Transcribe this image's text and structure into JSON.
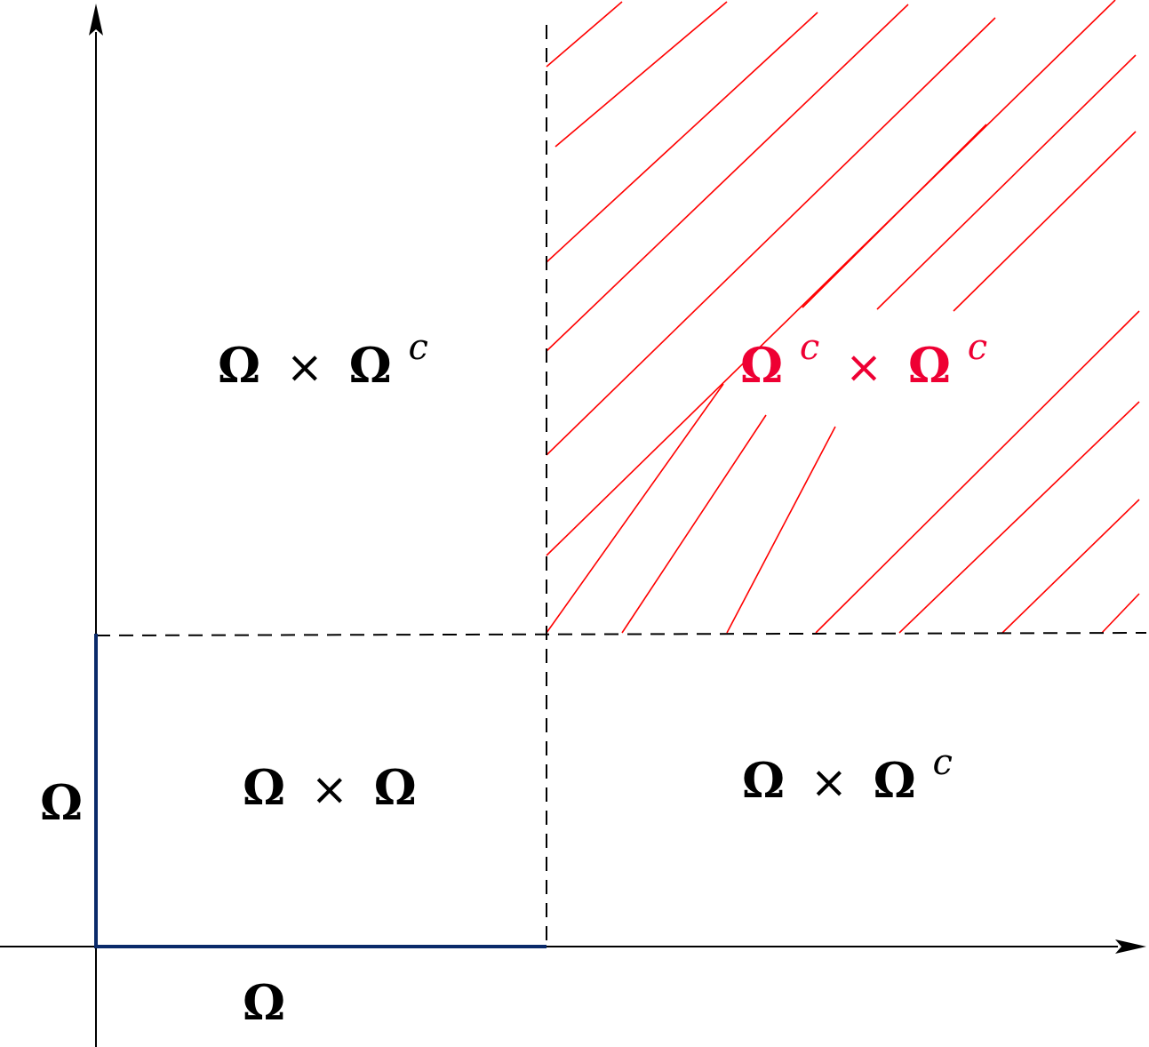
{
  "colors": {
    "axis": "#000000",
    "boundary": "#0a2a6a",
    "hatch": "#ff0000",
    "highlight_label": "#ee0033"
  },
  "labels": {
    "omega_x_omegac_top": {
      "base1": "Ω",
      "times": "×",
      "base2": "Ω",
      "sup2": "c"
    },
    "omegac_x_omegac": {
      "base1": "Ω",
      "sup1": "c",
      "times": "×",
      "base2": "Ω",
      "sup2": "c"
    },
    "omega_x_omega": {
      "base1": "Ω",
      "times": "×",
      "base2": "Ω"
    },
    "omega_x_omegac_right": {
      "base1": "Ω",
      "times": "×",
      "base2": "Ω",
      "sup2": "c"
    },
    "y_axis_omega": "Ω",
    "x_axis_omega": "Ω"
  }
}
